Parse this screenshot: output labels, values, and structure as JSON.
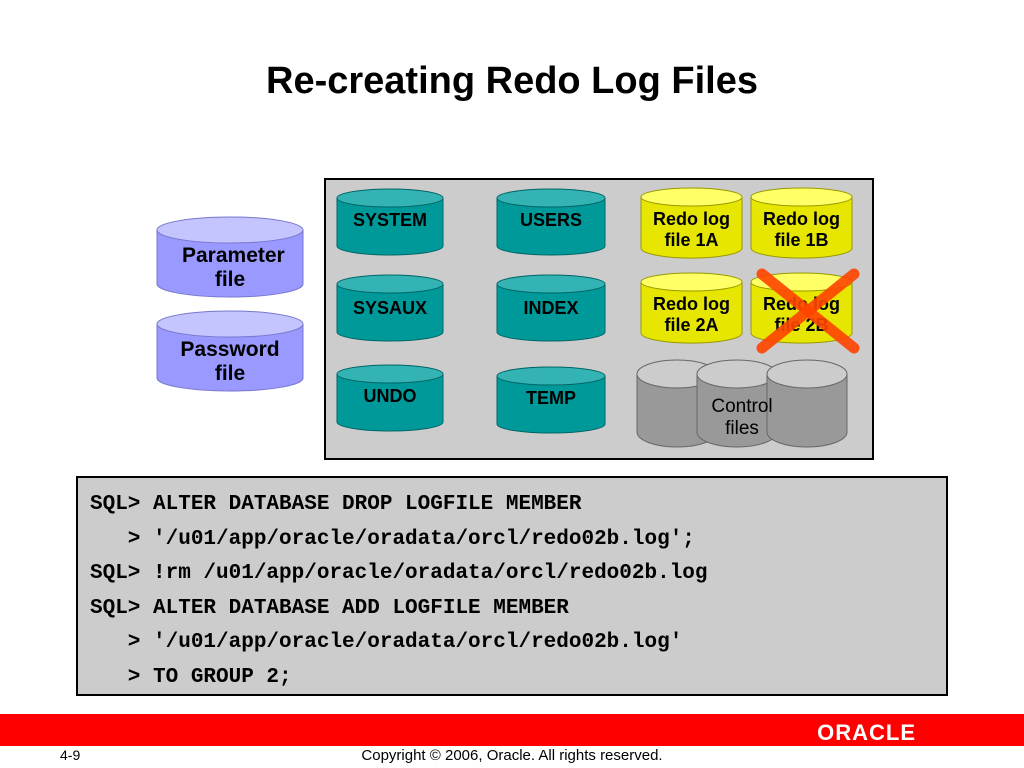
{
  "slide": {
    "title": "Re-creating Redo Log Files",
    "left_files": [
      {
        "label": "Parameter file"
      },
      {
        "label": "Password file"
      }
    ],
    "datafiles": {
      "system": "SYSTEM",
      "sysaux": "SYSAUX",
      "undo": "UNDO",
      "users": "USERS",
      "index": "INDEX",
      "temp": "TEMP"
    },
    "redo_logs": {
      "file_1a": "Redo log file 1A",
      "file_1b": "Redo log file 1B",
      "file_2a": "Redo log file 2A",
      "file_2b": "Redo log file 2B"
    },
    "control_files": "Control files",
    "code_lines": [
      "SQL> ALTER DATABASE DROP LOGFILE MEMBER",
      "   > '/u01/app/oracle/oradata/orcl/redo02b.log';",
      "SQL> !rm /u01/app/oracle/oradata/orcl/redo02b.log",
      "SQL> ALTER DATABASE ADD LOGFILE MEMBER",
      "   > '/u01/app/oracle/oradata/orcl/redo02b.log'",
      "   > TO GROUP 2;"
    ],
    "colors": {
      "blue_cylinder": "#9999ff",
      "teal_cylinder": "#009999",
      "yellow_cylinder": "#e6e600",
      "gray_cylinder": "#999999",
      "cross": "#ff4400",
      "footer_bar": "#ff0000"
    }
  },
  "footer": {
    "page_number": "4-9",
    "copyright": "Copyright © 2006, Oracle. All rights reserved.",
    "logo": "ORACLE"
  }
}
